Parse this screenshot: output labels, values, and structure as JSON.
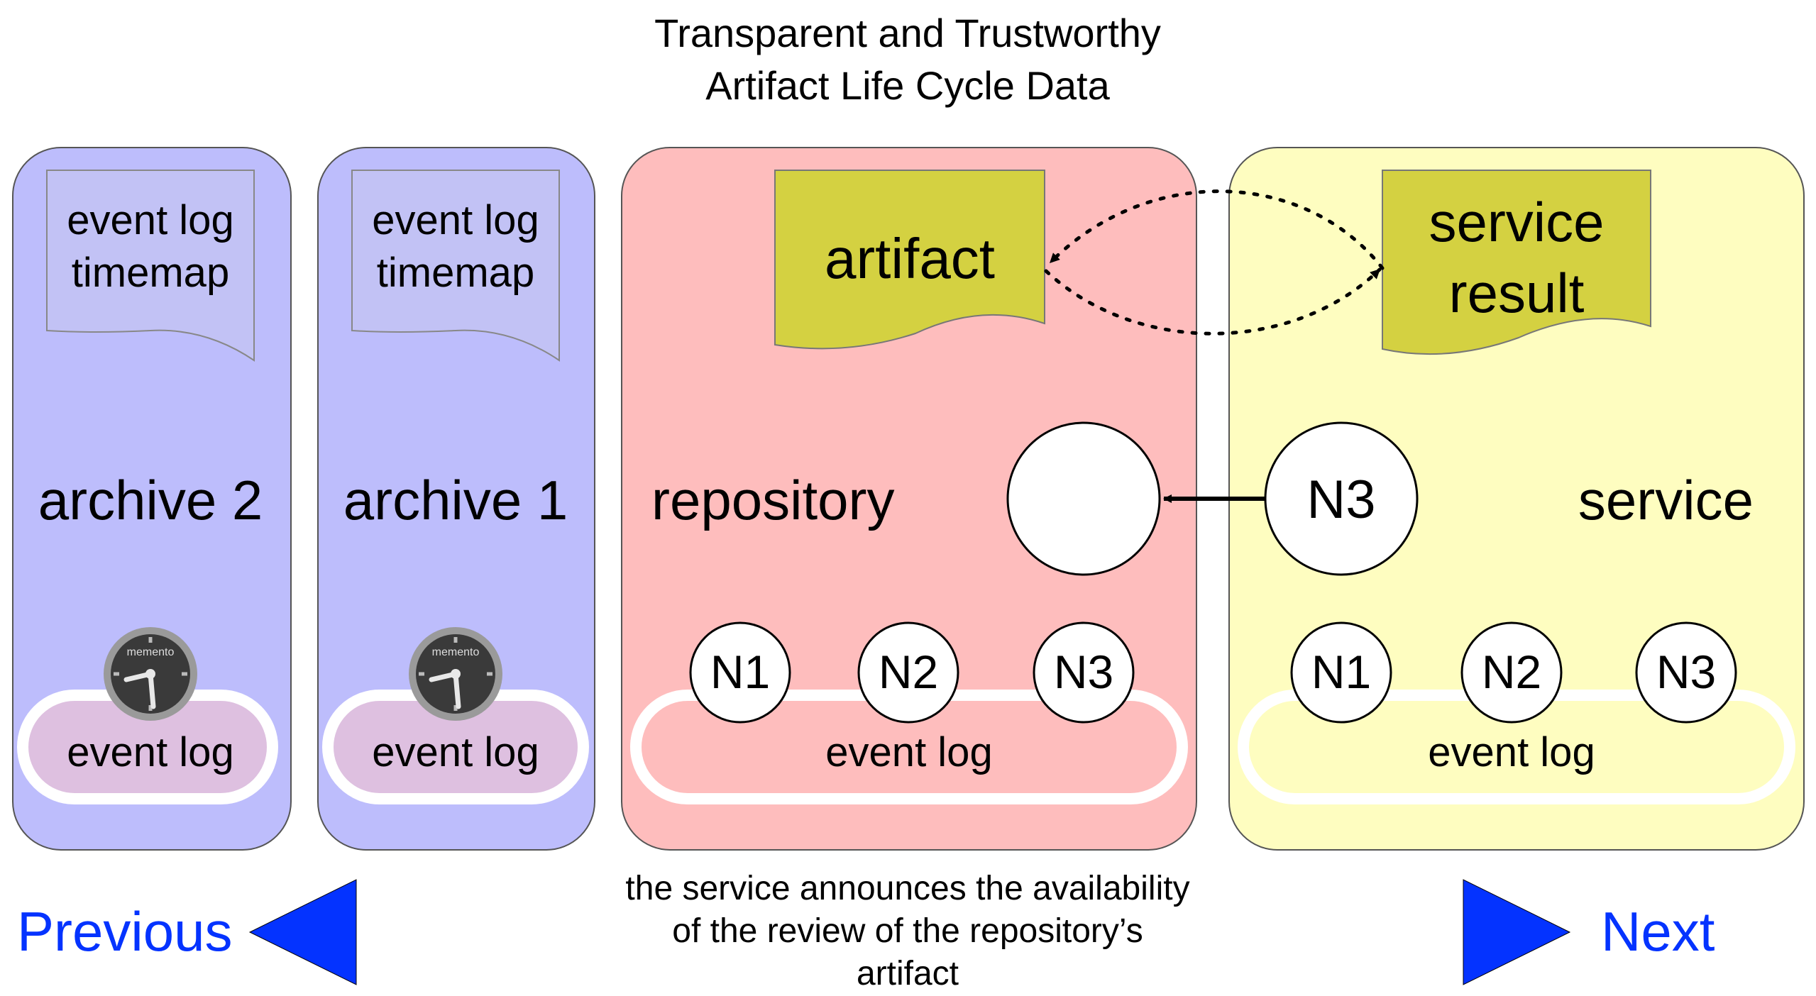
{
  "title": {
    "line1": "Transparent and Trustworthy",
    "line2": "Artifact Life Cycle Data"
  },
  "panels": {
    "archive2": {
      "label": "archive 2",
      "doc_line1": "event log",
      "doc_line2": "timemap",
      "event_log": "event log",
      "clock_label": "memento"
    },
    "archive1": {
      "label": "archive 1",
      "doc_line1": "event log",
      "doc_line2": "timemap",
      "event_log": "event log",
      "clock_label": "memento"
    },
    "repository": {
      "label": "repository",
      "doc_label": "artifact",
      "event_log": "event log",
      "nodes": [
        "N1",
        "N2",
        "N3"
      ]
    },
    "service": {
      "label": "service",
      "doc_line1": "service",
      "doc_line2": "result",
      "event_log": "event log",
      "nodes": [
        "N1",
        "N2",
        "N3"
      ],
      "sender_node": "N3"
    }
  },
  "caption": {
    "line1": "the service announces the availability",
    "line2": "of the review of the repository’s",
    "line3": "artifact"
  },
  "nav": {
    "previous": "Previous",
    "next": "Next"
  },
  "colors": {
    "archive_fill": "#bdbdfc",
    "archive_doc_fill": "#c2c2f5",
    "archive_log_fill": "#dec0e0",
    "repository_fill": "#febdbd",
    "service_fill": "#fefdc0",
    "doc_olive": "#d4d141",
    "nav_blue": "#0433ff"
  }
}
